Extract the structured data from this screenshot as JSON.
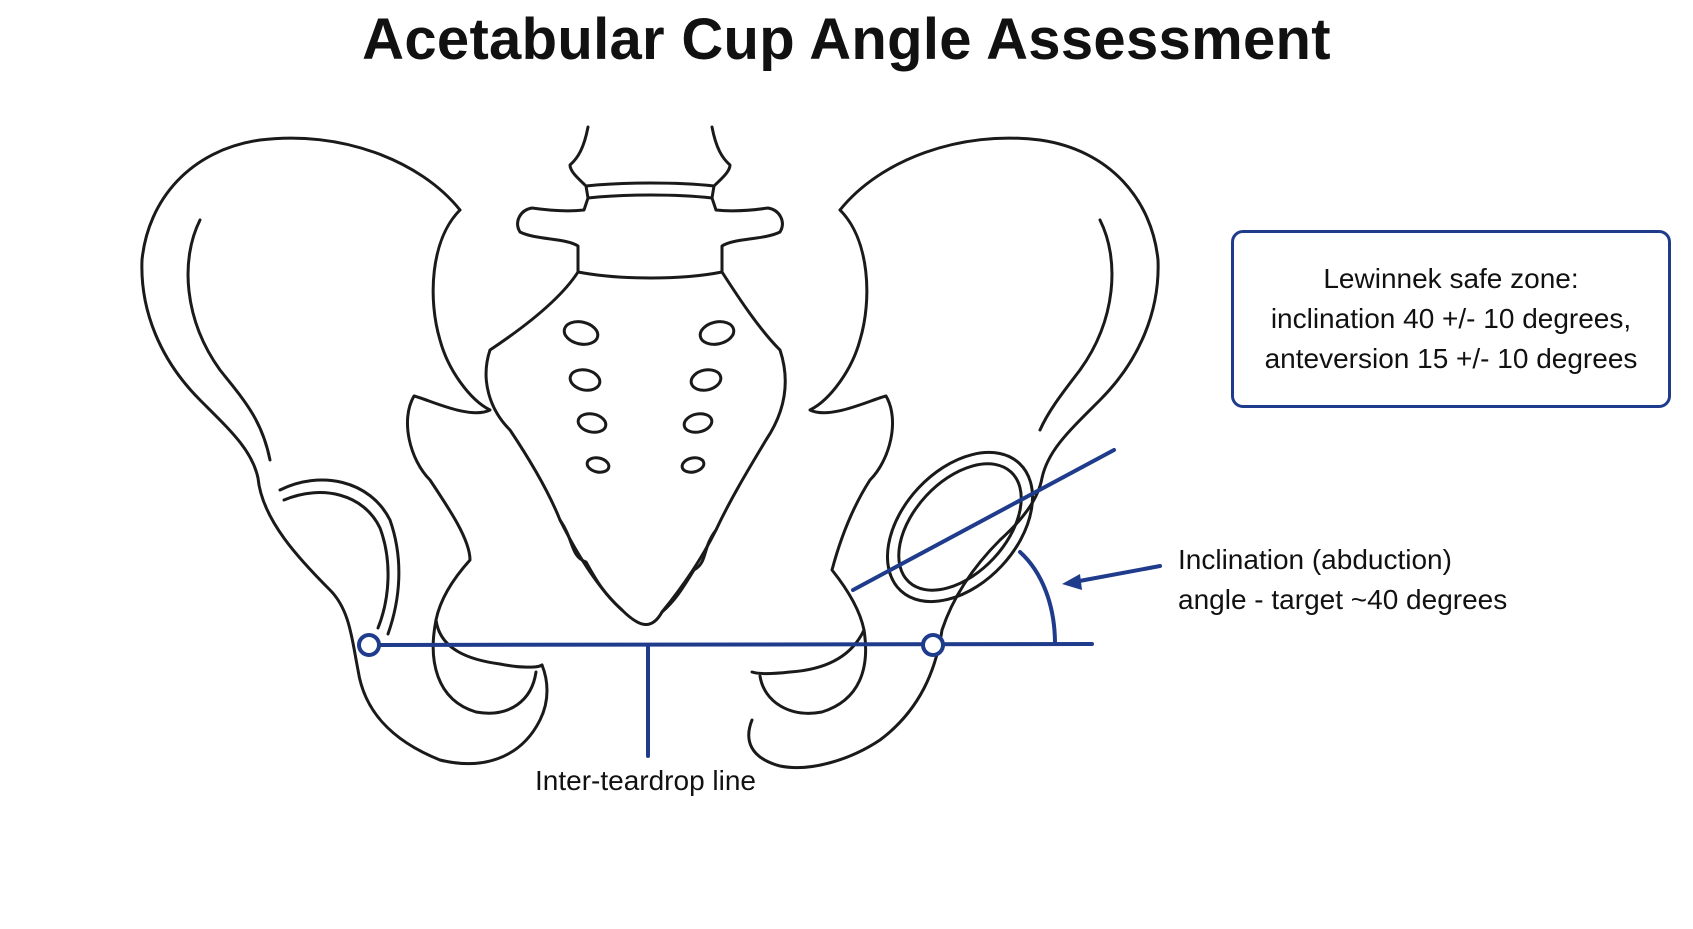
{
  "title": "Acetabular Cup Angle Assessment",
  "callout": {
    "line1": "Lewinnek safe zone:",
    "line2": "inclination 40 +/- 10 degrees,",
    "line3": "anteversion 15 +/- 10 degrees"
  },
  "inclination_label": {
    "line1": "Inclination (abduction)",
    "line2": "angle - target ~40 degrees"
  },
  "teardrop_label": "Inter-teardrop line",
  "colors": {
    "annotation_blue": "#1f3b8c",
    "outline": "#1a1a1a"
  }
}
